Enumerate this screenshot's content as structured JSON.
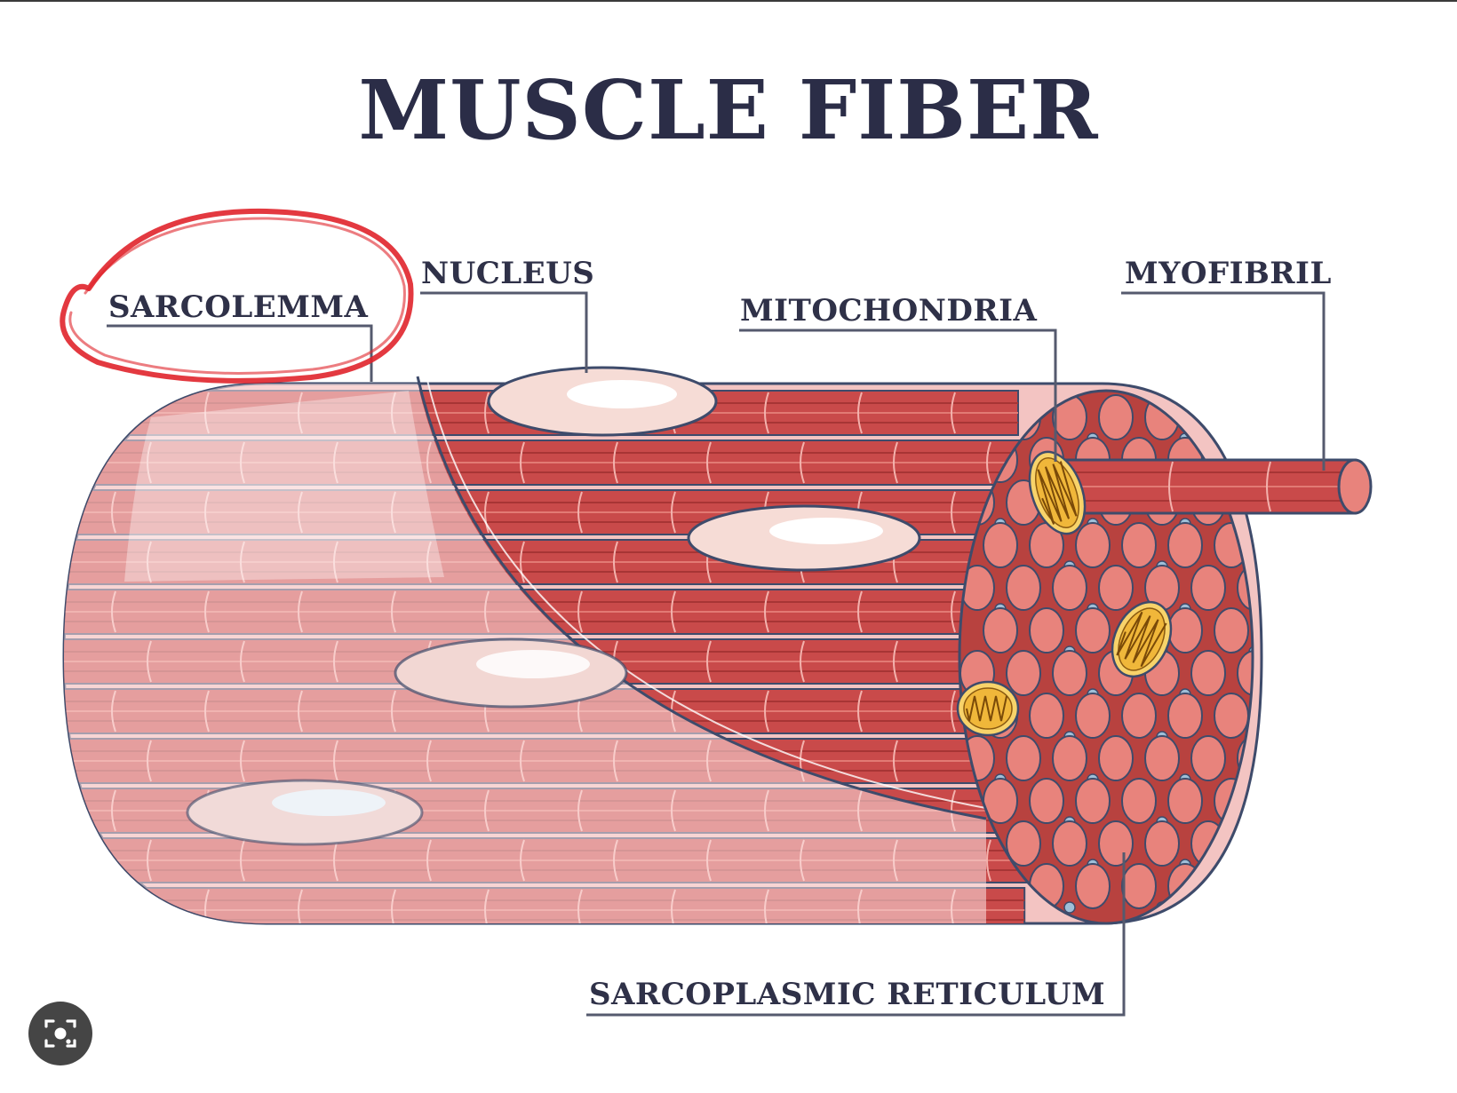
{
  "title": "MUSCLE FIBER",
  "labels": {
    "sarcolemma": "SARCOLEMMA",
    "nucleus": "NUCLEUS",
    "mitochondria": "MITOCHONDRIA",
    "myofibril": "MYOFIBRIL",
    "sarcoplasmic_reticulum": "SARCOPLASMIC RETICULUM"
  },
  "colors": {
    "title": "#2b2d47",
    "label": "#2f3148",
    "leader_line": "#555a6e",
    "myofibril": "#c94a4a",
    "myofibril_dark": "#a73535",
    "myofibril_end": "#e8837c",
    "sarcolemma_overlay": "#f0a8a8",
    "nucleus": "#f6dcd6",
    "mitochondria": "#f0b73a",
    "sarcoplasmic_reticulum": "#9fbfd8",
    "highlight_circle": "#e0242b",
    "lens_button": "#454545"
  },
  "icons": {
    "lens_button": "camera-search-icon"
  }
}
